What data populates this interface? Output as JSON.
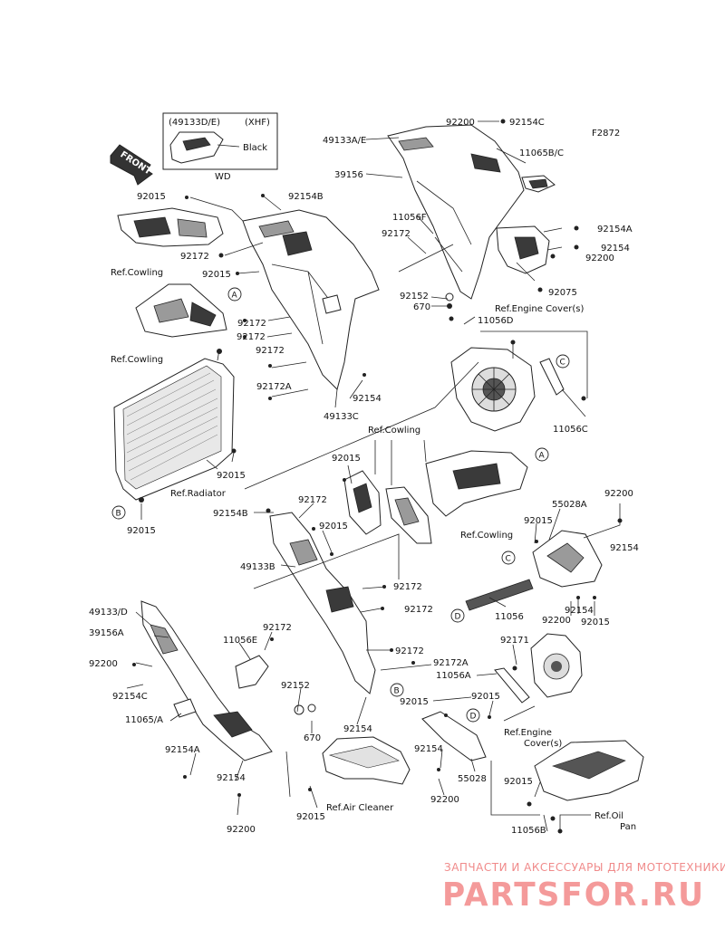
{
  "diagram": {
    "code": "F2872",
    "front_arrow": "FRONT",
    "inset": {
      "title": "(49133D/E)",
      "variant": "(XHF)",
      "color_label": "Black",
      "caption": "WD"
    },
    "callouts": {
      "a": "A",
      "b": "B",
      "c": "C",
      "d": "D"
    },
    "labels": {
      "l92200_top": "92200",
      "l92154C_top": "92154C",
      "l49133AE": "49133A/E",
      "l11065BC": "11065B/C",
      "l39156": "39156",
      "l92015_a": "92015",
      "l92154B_a": "92154B",
      "l11056F": "11056F",
      "l92154A_a": "92154A",
      "l92172_a": "92172",
      "l92154_a": "92154",
      "l92200_a": "92200",
      "lRefCowling_a": "Ref.Cowling",
      "l92172_b": "92172",
      "l92015_b": "92015",
      "l92075": "92075",
      "l92152_a": "92152",
      "l670_a": "670",
      "lRefEngineCovers_a": "Ref.Engine Cover(s)",
      "l11056D": "11056D",
      "l92172_c": "92172",
      "l92172_d": "92172",
      "l92172_e": "92172",
      "lRefCowling_b": "Ref.Cowling",
      "l92172A_a": "92172A",
      "l92154_b": "92154",
      "l49133C": "49133C",
      "l11056C": "11056C",
      "lRefCowling_c": "Ref.Cowling",
      "l92015_c": "92015",
      "l92015_d": "92015",
      "lRefRadiator": "Ref.Radiator",
      "l92015_e": "92015",
      "l92172_f": "92172",
      "l92154B_b": "92154B",
      "l92015_f": "92015",
      "lRefCowling_d": "Ref.Cowling",
      "l55028A": "55028A",
      "l92200_b": "92200",
      "l92015_g": "92015",
      "l92154_c": "92154",
      "l49133B": "49133B",
      "l92172_g": "92172",
      "l92172_h": "92172",
      "l49133D": "49133/D",
      "l92172_i": "92172",
      "l11056": "11056",
      "l92154_d": "92154",
      "l92200_c": "92200",
      "l92015_h": "92015",
      "l39156A": "39156A",
      "l11056E": "11056E",
      "l92200_d": "92200",
      "l92172_j": "92172",
      "l92171": "92171",
      "l92172A_b": "92172A",
      "l11056A": "11056A",
      "l92154C_b": "92154C",
      "l92152_b": "92152",
      "l92015_i": "92015",
      "l92015_j": "92015",
      "l11065A": "11065/A",
      "l670_b": "670",
      "l92154_e": "92154",
      "lRefEngineCovers_b1": "Ref.Engine",
      "lRefEngineCovers_b2": "Cover(s)",
      "l92154A_b": "92154A",
      "l92154_f": "92154",
      "l55028": "55028",
      "l92154_g": "92154",
      "l92015_k": "92015",
      "l92200_e": "92200",
      "lRefAirCleaner": "Ref.Air Cleaner",
      "l92200_f": "92200",
      "l92015_l": "92015",
      "l11056B": "11056B",
      "lRefOilPan1": "Ref.Oil",
      "lRefOilPan2": "Pan"
    },
    "watermark": {
      "caption": "ЗАПЧАСТИ И АКСЕССУАРЫ ДЛЯ МОТОТЕХНИКИ",
      "brand": "PARTSFOR.RU"
    }
  }
}
